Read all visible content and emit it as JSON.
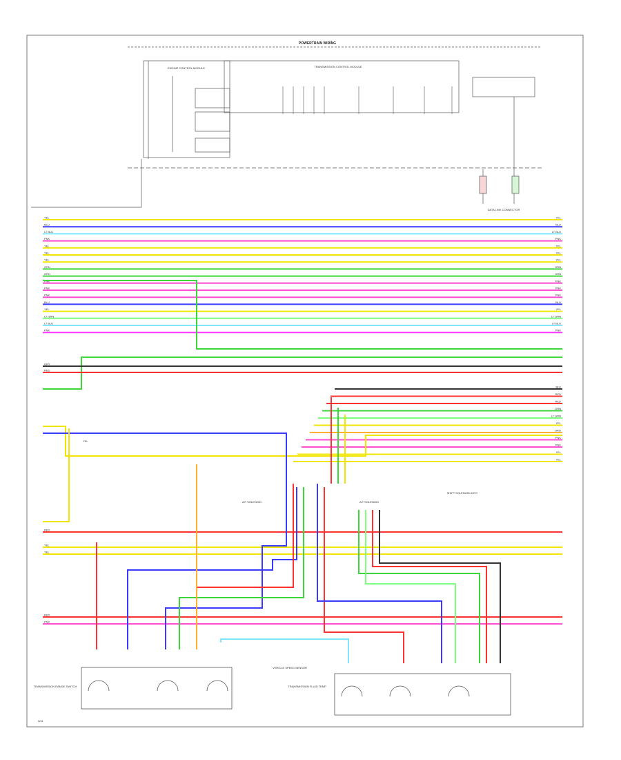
{
  "title": "POWERTRAIN WIRING",
  "module_label": "ENGINE CONTROL MODULE",
  "controller_label": "TRANSMISSION CONTROL MODULE",
  "connector_label": "DATA LINK CONNECTOR",
  "label_a": "A/T SOLENOID",
  "label_b": "A/T SOLENOID",
  "center_note": "SHIFT SOLENOID ASSY",
  "left_component_label": "TRANSMISSION RANGE SWITCH",
  "center_component_label": "VEHICLE SPEED SENSOR",
  "right_component_label": "TRANSMISSION FLUID TEMP",
  "footer_code": "W-6",
  "colors": {
    "yellow": "#f2e600",
    "blue": "#3a3aff",
    "cyan": "#7fe8ff",
    "pink": "#ff4fd0",
    "green": "#3ad63a",
    "red": "#ff3030",
    "lightgreen": "#7cff7c",
    "magenta": "#ff33ff",
    "black": "#333333",
    "orange": "#ffb030"
  },
  "harness_wires": [
    {
      "label": "YEL",
      "color": "yellow"
    },
    {
      "label": "BLU",
      "color": "blue"
    },
    {
      "label": "LT BLU",
      "color": "cyan"
    },
    {
      "label": "PNK",
      "color": "pink"
    },
    {
      "label": "YEL",
      "color": "yellow"
    },
    {
      "label": "YEL",
      "color": "yellow"
    },
    {
      "label": "YEL",
      "color": "yellow"
    },
    {
      "label": "GRN",
      "color": "green"
    },
    {
      "label": "GRN",
      "color": "green"
    },
    {
      "label": "PNK",
      "color": "pink"
    },
    {
      "label": "PNK",
      "color": "pink"
    },
    {
      "label": "PNK",
      "color": "pink"
    },
    {
      "label": "BLU",
      "color": "blue"
    },
    {
      "label": "YEL",
      "color": "yellow"
    },
    {
      "label": "LT GRN",
      "color": "lightgreen"
    },
    {
      "label": "LT BLU",
      "color": "cyan"
    },
    {
      "label": "PNK",
      "color": "magenta"
    }
  ],
  "lower_wires": [
    {
      "label": "GRY",
      "color": "black"
    },
    {
      "label": "RED",
      "color": "red"
    }
  ],
  "right_bundle": [
    {
      "label": "BLK",
      "color": "black"
    },
    {
      "label": "RED",
      "color": "red"
    },
    {
      "label": "RED",
      "color": "red"
    },
    {
      "label": "GRN",
      "color": "green"
    },
    {
      "label": "LT GRN",
      "color": "lightgreen"
    },
    {
      "label": "YEL",
      "color": "yellow"
    },
    {
      "label": "ORG",
      "color": "orange"
    },
    {
      "label": "PNK",
      "color": "pink"
    },
    {
      "label": "PNK",
      "color": "pink"
    },
    {
      "label": "YEL",
      "color": "yellow"
    },
    {
      "label": "YEL",
      "color": "yellow"
    }
  ],
  "bus_wires": [
    {
      "label": "RED",
      "color": "red"
    },
    {
      "label": "YEL",
      "color": "yellow"
    },
    {
      "label": "YEL",
      "color": "yellow"
    },
    {
      "label": "RED",
      "color": "red"
    },
    {
      "label": "PNK",
      "color": "pink"
    }
  ]
}
